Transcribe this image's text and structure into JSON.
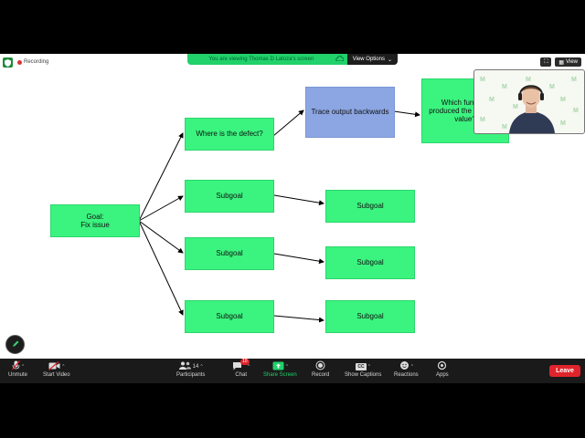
{
  "status": {
    "recording_label": "Recording"
  },
  "banner": {
    "message": "You are viewing Thomas D Latoza's screen",
    "view_options": "View Options"
  },
  "top_right": {
    "view_label": "View"
  },
  "diagram": {
    "goal": "Goal:\nFix issue",
    "where": "Where is the defect?",
    "trace": "Trace output backwards",
    "which": "Which function produced the incorrect value?",
    "subgoal1": "Subgoal",
    "subgoal2": "Subgoal",
    "subgoal3": "Subgoal",
    "subgoal1b": "Subgoal",
    "subgoal2b": "Subgoal",
    "subgoal3b": "Subgoal"
  },
  "video": {
    "watermark": "M"
  },
  "toolbar": {
    "unmute": "Unmute",
    "start_video": "Start Video",
    "participants": "Participants",
    "participants_count": "14",
    "chat": "Chat",
    "chat_badge": "10",
    "share_screen": "Share Screen",
    "record": "Record",
    "show_captions": "Show Captions",
    "captions_icon": "CC",
    "reactions": "Reactions",
    "apps": "Apps",
    "leave": "Leave"
  },
  "colors": {
    "node_green": "#3af47f",
    "node_blue": "#8ba6e2",
    "share_green": "#21d16a",
    "leave_red": "#e0242b"
  }
}
